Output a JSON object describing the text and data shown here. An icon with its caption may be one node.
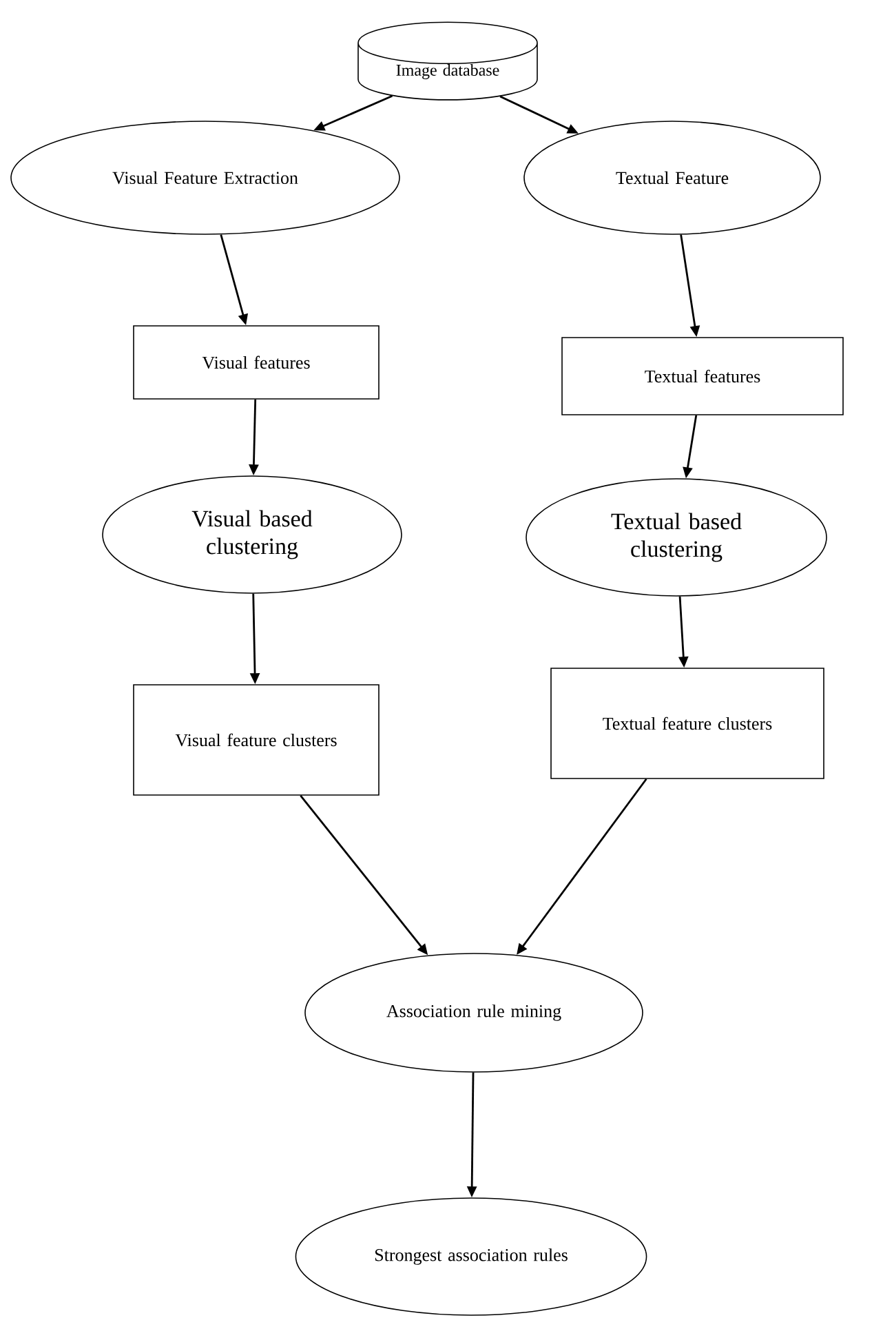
{
  "diagram": {
    "nodes": [
      {
        "text": [
          "Image database"
        ]
      },
      {
        "text": [
          "Visual Feature Extraction"
        ]
      },
      {
        "text": [
          "Textual Feature"
        ]
      },
      {
        "text": [
          "Visual features"
        ]
      },
      {
        "text": [
          "Textual features"
        ]
      },
      {
        "text": [
          "Visual based clustering"
        ]
      },
      {
        "text": [
          "Textual based clustering"
        ]
      },
      {
        "text": [
          "Visual feature clusters"
        ]
      },
      {
        "text": [
          "Textual feature clusters"
        ]
      },
      {
        "text": [
          "Association rule mining"
        ]
      },
      {
        "text": [
          "Strongest association rules"
        ]
      }
    ],
    "edges": [
      {
        "from": 0,
        "to": 1,
        "arrow": "to"
      },
      {
        "from": 0,
        "to": 2,
        "arrow": "to"
      },
      {
        "from": 1,
        "to": 3,
        "arrow": "to"
      },
      {
        "from": 2,
        "to": 4,
        "arrow": "to"
      },
      {
        "from": 3,
        "to": 5,
        "arrow": "to"
      },
      {
        "from": 4,
        "to": 6,
        "arrow": "to"
      },
      {
        "from": 5,
        "to": 7,
        "arrow": "to"
      },
      {
        "from": 6,
        "to": 8,
        "arrow": "to"
      },
      {
        "from": 7,
        "to": 9,
        "arrow": "to"
      },
      {
        "from": 8,
        "to": 9,
        "arrow": "to"
      },
      {
        "from": 9,
        "to": 10,
        "arrow": "to"
      }
    ]
  }
}
